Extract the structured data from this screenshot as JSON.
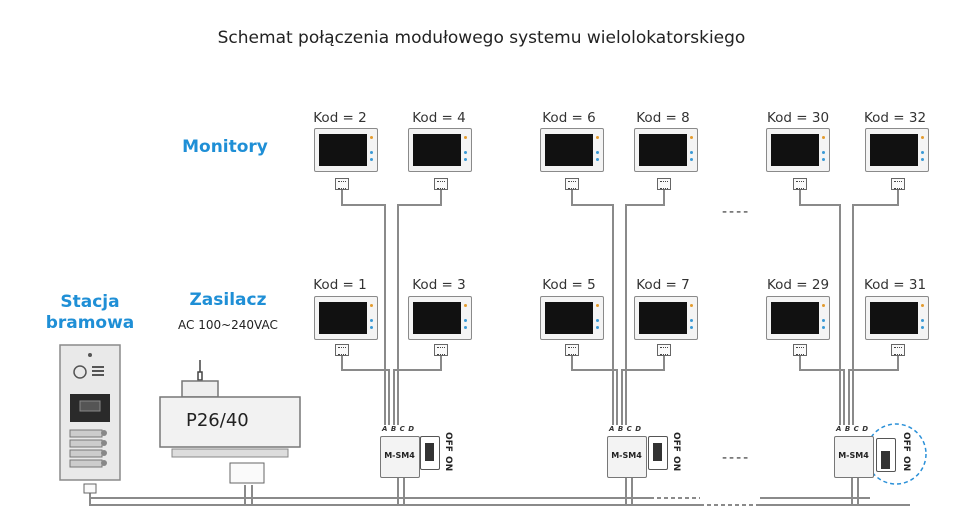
{
  "title": "Schemat połączenia modułowego systemu wielolokatorskiego",
  "labels": {
    "monitors": "Monitory",
    "power_supply": "Zasilacz",
    "power_supply_spec": "AC 100~240VAC",
    "door_station_line1": "Stacja",
    "door_station_line2": "bramowa",
    "psu_model": "P26/40",
    "ellipsis": "----"
  },
  "monitors": {
    "top_row": [
      "Kod = 2",
      "Kod = 4",
      "Kod = 6",
      "Kod = 8",
      "Kod = 30",
      "Kod = 32"
    ],
    "bottom_row": [
      "Kod = 1",
      "Kod = 3",
      "Kod = 5",
      "Kod = 7",
      "Kod = 29",
      "Kod = 31"
    ]
  },
  "modules": [
    {
      "model": "M-SM4",
      "pins": "A B C D",
      "switch_off": "OFF",
      "switch_on": "ON"
    },
    {
      "model": "M-SM4",
      "pins": "A B C D",
      "switch_off": "OFF",
      "switch_on": "ON"
    },
    {
      "model": "M-SM4",
      "pins": "A B C D",
      "switch_off": "OFF",
      "switch_on": "ON"
    }
  ],
  "colors": {
    "accent_blue": "#1f8fd6",
    "wire_gray": "#8a8a8a",
    "text_dark": "#222222"
  }
}
